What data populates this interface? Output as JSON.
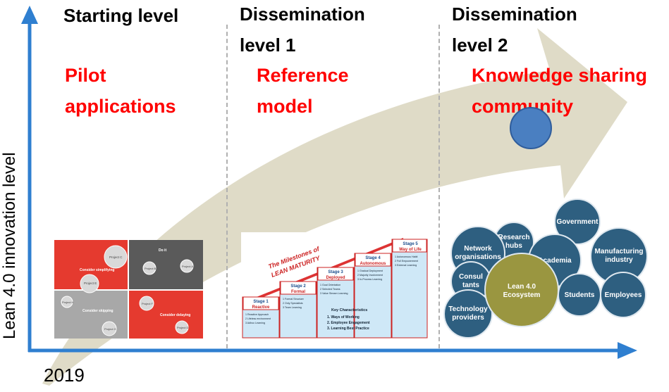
{
  "axes": {
    "y_label": "Lean 4.0 innovation level",
    "x_label": "2019"
  },
  "columns": [
    {
      "header": "Starting level",
      "subtitle": "Pilot applications"
    },
    {
      "header": "Dissemination level 1",
      "subtitle": "Reference model"
    },
    {
      "header": "Dissemination level 2",
      "subtitle": "Knowledge sharing community"
    }
  ],
  "header_lines": {
    "c1": "Starting level",
    "c2a": "Dissemination",
    "c2b": "level 1",
    "c3a": "Dissemination",
    "c3b": "level 2"
  },
  "subtitle_lines": {
    "c1a": "Pilot",
    "c1b": "applications",
    "c2a": "Reference",
    "c2b": "model",
    "c3a": "Knowledge sharing",
    "c3b": "community"
  },
  "matrix": {
    "q1_title": "Consider simplifying",
    "q2_title": "Do it",
    "q3_title": "Consider skipping",
    "q4_title": "Consider delaying",
    "projects": [
      "Project C",
      "Project E",
      "Project A",
      "Project B",
      "Project F",
      "Project H",
      "Project G",
      "Project D"
    ]
  },
  "maturity": {
    "title_line1": "The Milestones of",
    "title_line2": "LEAN MATURITY",
    "stages": [
      {
        "name": "Stage 1",
        "label": "Reactive",
        "items": [
          "1 Reactive Approach",
          "2 Lifeless environment",
          "3 Adhoc Learning"
        ]
      },
      {
        "name": "Stage 2",
        "label": "Formal",
        "items": [
          "1 Formal Structure",
          "2 Only Specialists",
          "3 Team Learning"
        ]
      },
      {
        "name": "Stage 3",
        "label": "Deployed",
        "items": [
          "1 Goal Orientation",
          "2 Selected Teams",
          "3 Value Stream Learning"
        ]
      },
      {
        "name": "Stage 4",
        "label": "Autonomous",
        "items": [
          "1 Gradual Deployment",
          "2 Majority Involvement",
          "3 In-Process Learning"
        ]
      },
      {
        "name": "Stage 5",
        "label": "Way of Life",
        "items": [
          "1 Autonomous Habit",
          "2 Full Empowerment",
          "3 External Learning"
        ]
      }
    ],
    "key_title": "Key Characteristics",
    "key_items": [
      "1.  Ways of Working",
      "2.  Employee Engagement",
      "3.  Learning Best Practice"
    ]
  },
  "ecosystem": {
    "center": "Lean 4.0 Ecosystem",
    "nodes": [
      "Government",
      "Research hubs",
      "Network organisations",
      "Academia",
      "Manufacturing industry",
      "Consul tants",
      "Students",
      "Employees",
      "Technology providers"
    ]
  },
  "colors": {
    "axis": "#2f7fd0",
    "arrow_fill": "#ddd9c4",
    "red_text": "#ff0000",
    "bubble": "#2e5f80",
    "center_bubble": "#9a9640",
    "dot": "#4a7fc1"
  }
}
